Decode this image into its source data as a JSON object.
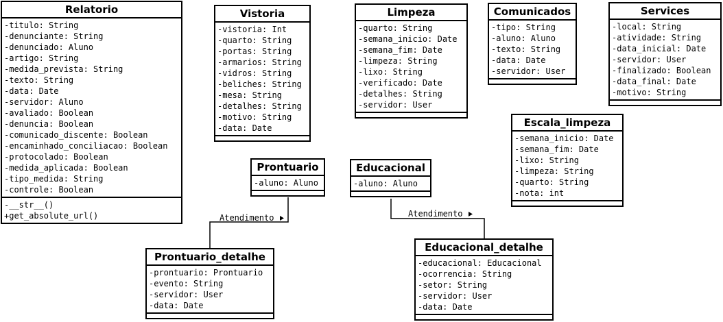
{
  "classes": {
    "relatorio": {
      "name": "Relatorio",
      "attributes": [
        "-titulo: String",
        "-denunciante: String",
        "-denunciado: Aluno",
        "-artigo: String",
        "-medida_prevista: String",
        "-texto: String",
        "-data: Date",
        "-servidor: Aluno",
        "-avaliado: Boolean",
        "-denuncia: Boolean",
        "-comunicado_discente: Boolean",
        "-encaminhado_conciliacao: Boolean",
        "-protocolado: Boolean",
        "-medida_aplicada: Boolean",
        "-tipo_medida: String",
        "-controle: Boolean"
      ],
      "methods": [
        "-__str__()",
        "+get_absolute_url()"
      ]
    },
    "vistoria": {
      "name": "Vistoria",
      "attributes": [
        "-vistoria: Int",
        "-quarto: String",
        "-portas: String",
        "-armarios: String",
        "-vidros: String",
        "-beliches: String",
        "-mesa: String",
        "-detalhes: String",
        "-motivo: String",
        "-data: Date"
      ],
      "methods": []
    },
    "limpeza": {
      "name": "Limpeza",
      "attributes": [
        "-quarto: String",
        "-semana_inicio: Date",
        "-semana_fim: Date",
        "-limpeza: String",
        "-lixo: String",
        "-verificado: Date",
        "-detalhes: String",
        "-servidor: User"
      ],
      "methods": []
    },
    "comunicados": {
      "name": "Comunicados",
      "attributes": [
        "-tipo: String",
        "-aluno: Aluno",
        "-texto: String",
        "-data: Date",
        "-servidor: User"
      ],
      "methods": []
    },
    "services": {
      "name": "Services",
      "attributes": [
        "-local: String",
        "-atividade: String",
        "-data_inicial: Date",
        "-servidor: User",
        "-finalizado: Boolean",
        "-data_final: Date",
        "-motivo: String"
      ],
      "methods": []
    },
    "escala_limpeza": {
      "name": "Escala_limpeza",
      "attributes": [
        "-semana_inicio: Date",
        "-semana_fim: Date",
        "-lixo: String",
        "-limpeza: String",
        "-quarto: String",
        "-nota: int"
      ],
      "methods": []
    },
    "prontuario": {
      "name": "Prontuario",
      "attributes": [
        "-aluno: Aluno"
      ],
      "methods": []
    },
    "educacional": {
      "name": "Educacional",
      "attributes": [
        "-aluno: Aluno"
      ],
      "methods": []
    },
    "prontuario_detalhe": {
      "name": "Prontuario_detalhe",
      "attributes": [
        "-prontuario: Prontuario",
        "-evento: String",
        "-servidor: User",
        "-data: Date"
      ],
      "methods": []
    },
    "educacional_detalhe": {
      "name": "Educacional_detalhe",
      "attributes": [
        "-educacional: Educacional",
        "-ocorrencia: String",
        "-setor: String",
        "-servidor: User",
        "-data: Date"
      ],
      "methods": []
    }
  },
  "connections": {
    "prontuario_link": {
      "label": "Atendimento"
    },
    "educacional_link": {
      "label": "Atendimento"
    }
  }
}
